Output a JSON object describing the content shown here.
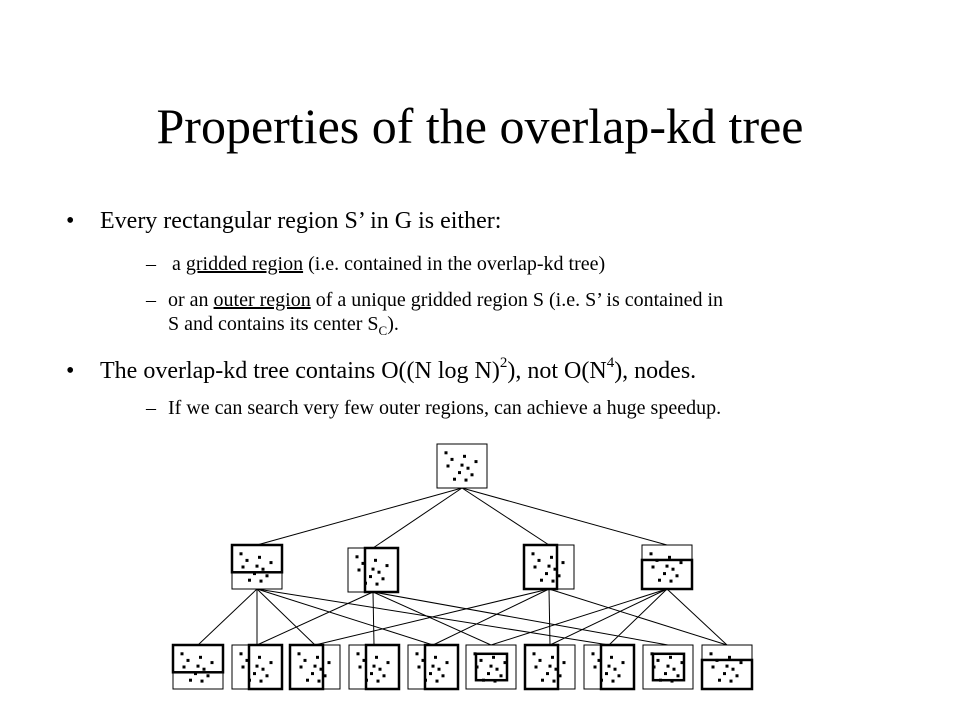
{
  "slide": {
    "title": "Properties of the overlap-kd tree",
    "bullet1": "Every rectangular region S’ in G is either:",
    "sub1": {
      "lead": " a ",
      "term": "gridded region",
      "rest": " (i.e. contained in the overlap-kd tree)"
    },
    "sub2": {
      "lead": "or an ",
      "term": "outer region",
      "rest1": " of a unique gridded region S (i.e. S’ is contained in",
      "line2": "S and contains its center S",
      "subscript": "C",
      "line2_end": ")."
    },
    "bullet2": {
      "p1": "The overlap-kd tree contains O((N log N)",
      "sup1": "2",
      "p2": "), not O(N",
      "sup2": "4",
      "p3": "), nodes."
    },
    "sub3": "If we can search very few outer regions, can achieve a huge speedup.",
    "bullet_glyph": "•",
    "dash_glyph": "–"
  }
}
